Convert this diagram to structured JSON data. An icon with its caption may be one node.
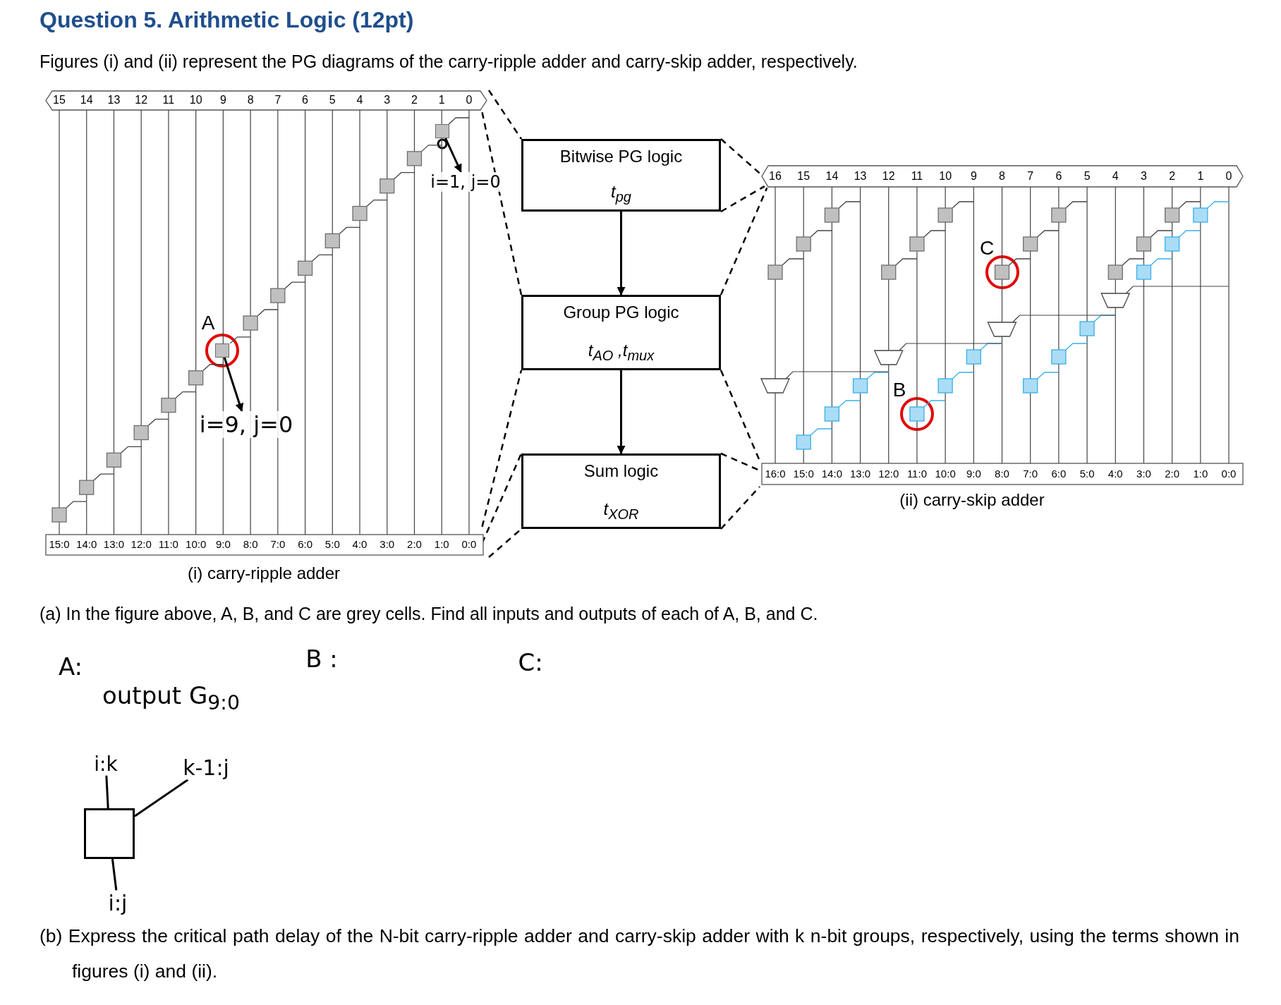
{
  "diagram": {
    "title": "Question 5. Arithmetic Logic (12pt)",
    "nodes": [
      {
        "text": [
          "Bitwise PG logic",
          "t$_{pg}$"
        ]
      },
      {
        "text": [
          "Group PG logic",
          "t$_{AO}$ ,t$_{mux}$"
        ]
      },
      {
        "text": [
          "Sum logic",
          "t$_{XOR}$"
        ]
      },
      {
        "text": [],
        "shape": "box",
        "in": 11
      },
      {
        "text": [
          "i=9, j=0"
        ],
        "in": 11
      },
      {
        "text": [],
        "shape": "box",
        "in": 11
      },
      {
        "text": [
          "i=1, j=0"
        ],
        "in": 11
      },
      {
        "text": [],
        "shape": "box"
      },
      {
        "text": [
          "i:k"
        ]
      },
      {
        "text": [
          "k-1:j"
        ]
      },
      {
        "text": [
          "i:j"
        ]
      },
      {
        "text": [],
        "shape": "box",
        "beside": [
          "(i) carry-ripple adder"
        ]
      },
      {
        "text": [],
        "shape": "box",
        "beside": [
          "(ii) carry-skip adder"
        ]
      }
    ],
    "edges": [
      {
        "from": 0,
        "to": 1,
        "arrow": "to"
      },
      {
        "from": 1,
        "to": 2,
        "arrow": "to"
      },
      {
        "from": 3,
        "to": 4,
        "arrow": "to"
      },
      {
        "from": 5,
        "to": 6,
        "arrow": "to"
      },
      {
        "from": 7,
        "to": 8,
        "arrow": "none"
      },
      {
        "from": 7,
        "to": 9,
        "arrow": "none"
      },
      {
        "from": 7,
        "to": 10,
        "arrow": "none"
      },
      {
        "from": 11,
        "to": 0,
        "arrow": "none",
        "style": "dashed"
      },
      {
        "from": 11,
        "to": 1,
        "arrow": "none",
        "style": "dashed"
      },
      {
        "from": 11,
        "to": 1,
        "arrow": "none",
        "style": "dashed"
      },
      {
        "from": 11,
        "to": 2,
        "arrow": "none",
        "style": "dashed"
      },
      {
        "from": 11,
        "to": 2,
        "arrow": "none",
        "style": "dashed"
      },
      {
        "from": 0,
        "to": 12,
        "arrow": "none",
        "style": "dashed"
      },
      {
        "from": 0,
        "to": 12,
        "arrow": "none",
        "style": "dashed"
      },
      {
        "from": 1,
        "to": 12,
        "arrow": "none",
        "style": "dashed"
      },
      {
        "from": 1,
        "to": 12,
        "arrow": "none",
        "style": "dashed"
      },
      {
        "from": 2,
        "to": 12,
        "arrow": "none",
        "style": "dashed"
      },
      {
        "from": 2,
        "to": 12,
        "arrow": "none",
        "style": "dashed"
      }
    ],
    "labels": [
      "Figures (i) and (ii) represent the PG diagrams of the carry-ripple adder and carry-skip adder, respectively.",
      "15",
      "14",
      "13",
      "12",
      "11",
      "10",
      "9",
      "8",
      "7",
      "6",
      "5",
      "4",
      "3",
      "2",
      "1",
      "0",
      "16",
      "15",
      "14",
      "13",
      "12",
      "11",
      "10",
      "9",
      "8",
      "7",
      "6",
      "5",
      "4",
      "3",
      "2",
      "1",
      "0",
      "C",
      "B",
      "15:0",
      "14:0",
      "13:0",
      "12:0",
      "11:0",
      "10:0",
      "9:0",
      "8:0",
      "7:0",
      "6:0",
      "5:0",
      "4:0",
      "3:0",
      "2:0",
      "1:0",
      "0:0",
      "16:0",
      "15:0",
      "14:0",
      "13:0",
      "12:0",
      "11:0",
      "10:0",
      "9:0",
      "8:0",
      "7:0",
      "6:0",
      "5:0",
      "4:0",
      "3:0",
      "2:0",
      "1:0",
      "0:0",
      "(a) In the figure above, A, B, and C are grey cells. Find all inputs and outputs of each of A, B, and C.",
      "A:",
      "B :",
      "C:",
      "output G$_{9:0}$",
      "(b) Express the critical path delay of the N-bit carry-ripple adder and carry-skip adder with k n-bit groups, respectively, using the terms shown in figures (i) and (ii).",
      "A"
    ]
  }
}
